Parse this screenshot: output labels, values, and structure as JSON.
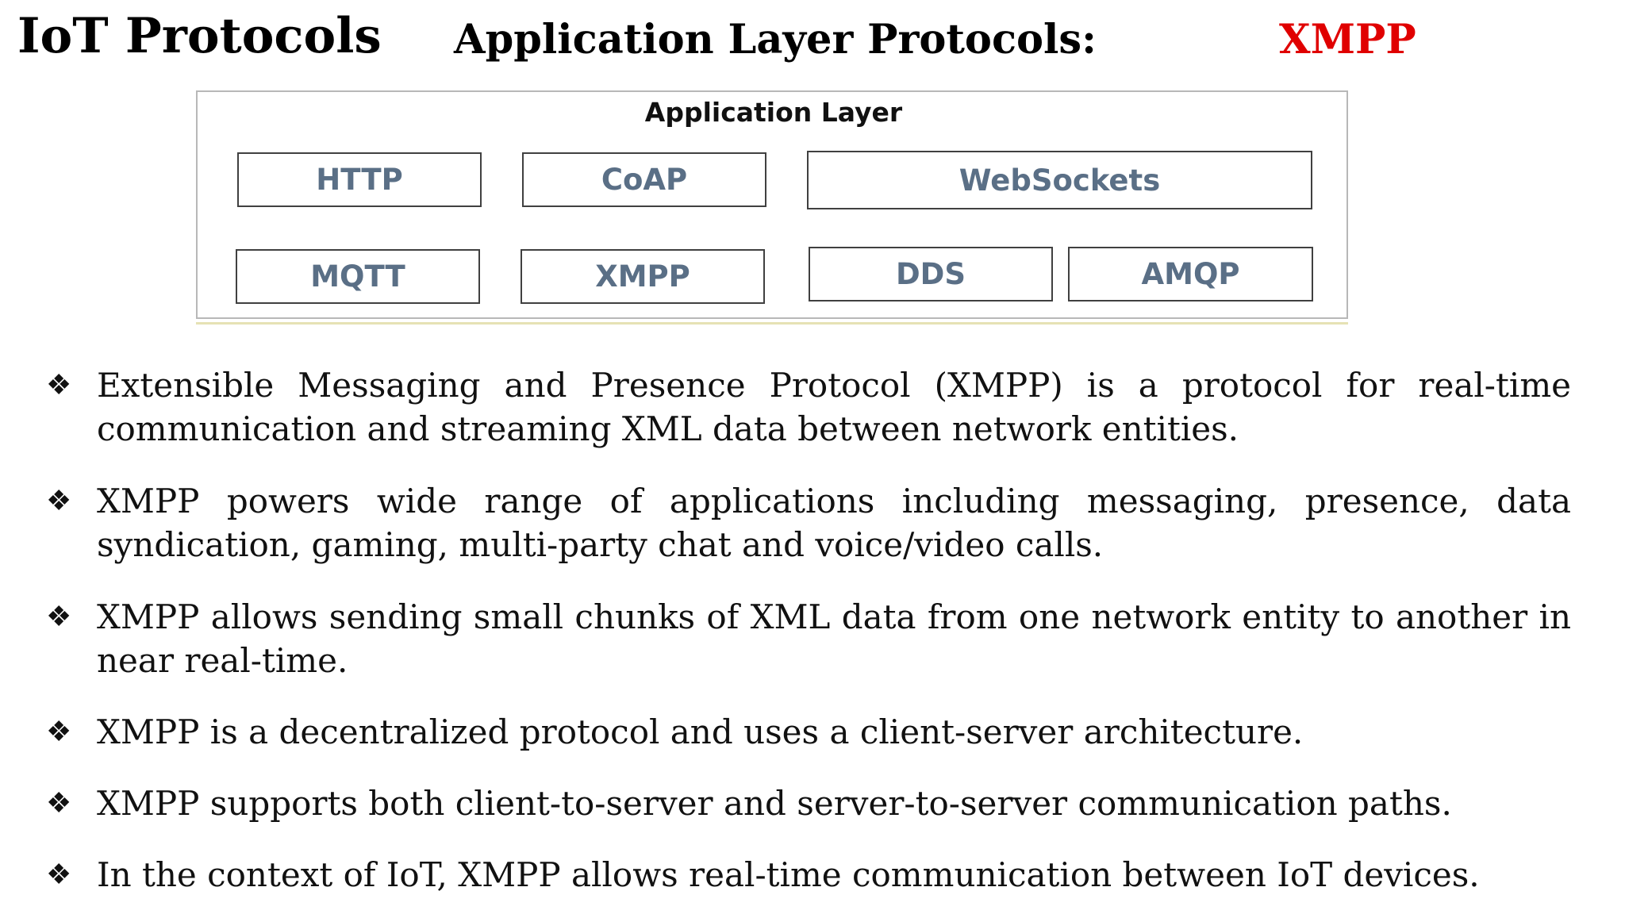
{
  "header": {
    "title": "IoT Protocols",
    "subtitle": "Application Layer Protocols:",
    "topic": "XMPP",
    "topic_color": "#e00000"
  },
  "diagram": {
    "title": "Application Layer",
    "protocols": [
      "HTTP",
      "CoAP",
      "WebSockets",
      "MQTT",
      "XMPP",
      "DDS",
      "AMQP"
    ]
  },
  "bullets": [
    {
      "icon": "four-diamond-bullet-icon",
      "text": "Extensible Messaging and Presence Protocol (XMPP) is a protocol for real-time communication and streaming XML data between network entities."
    },
    {
      "icon": "four-diamond-bullet-icon",
      "text": "XMPP powers wide range of applications including messaging, presence, data syndication, gaming, multi-party chat and voice/video calls."
    },
    {
      "icon": "four-diamond-bullet-icon",
      "text": "XMPP allows sending small chunks of XML data from one network entity to another in near real-time."
    },
    {
      "icon": "four-diamond-bullet-icon",
      "text": "XMPP is a decentralized protocol and uses a client-server architecture."
    },
    {
      "icon": "four-diamond-bullet-icon",
      "text": "XMPP supports both client-to-server and server-to-server communication paths."
    },
    {
      "icon": "four-diamond-bullet-icon",
      "text": "In the context of IoT, XMPP allows real-time communication between IoT devices."
    }
  ]
}
